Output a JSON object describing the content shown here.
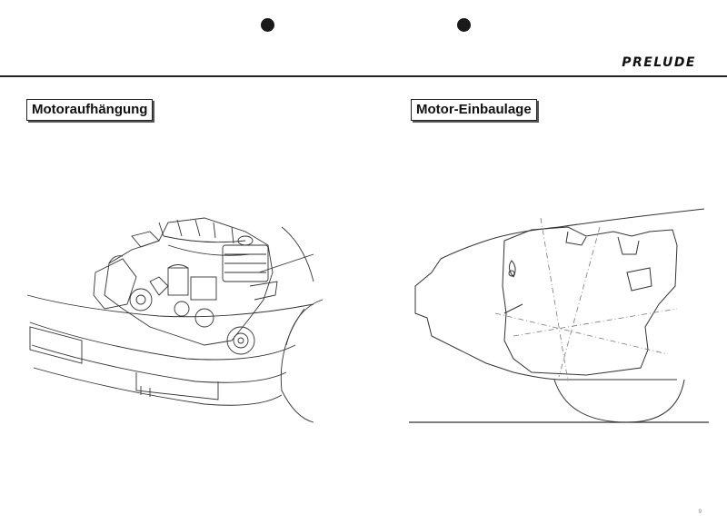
{
  "header": {
    "brand": "PRELUDE"
  },
  "sections": [
    {
      "title": "Motoraufhängung",
      "illustration": "engine-mount-drawing"
    },
    {
      "title": "Motor-Einbaulage",
      "illustration": "engine-position-diagram"
    }
  ],
  "footer": {
    "page_number": "9"
  }
}
